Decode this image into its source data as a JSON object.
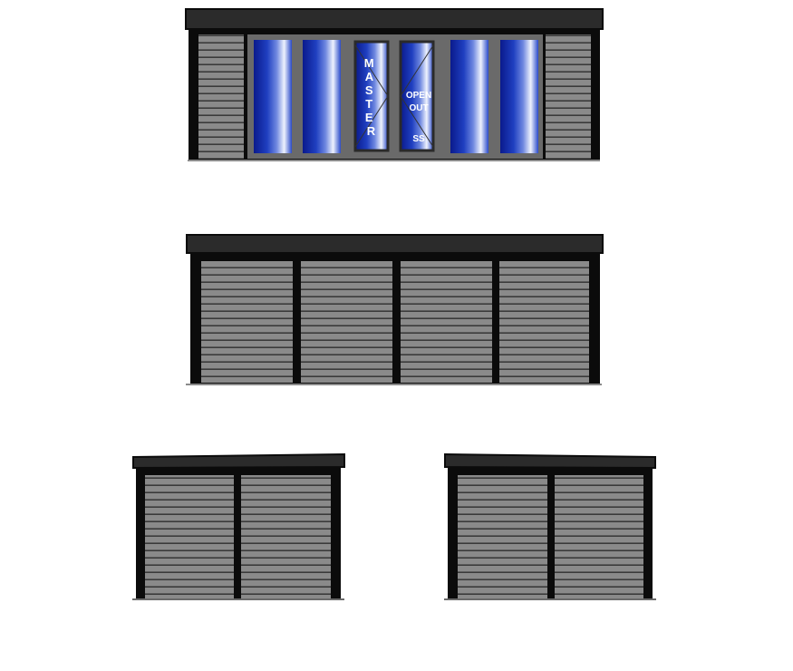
{
  "front_elevation": {
    "master_label": "MASTER",
    "open_out_label_1": "OPEN",
    "open_out_label_2": "OUT",
    "ss_label": "SS"
  },
  "colors": {
    "frame": "#0b0b0b",
    "roof": "#2b2b2b",
    "cladding": "#8a8a8a",
    "cladding_line": "#3a3a3a",
    "glass_dark": "#0a1a8c",
    "glass_mid": "#2346c8",
    "glass_light": "#e8eefc"
  }
}
